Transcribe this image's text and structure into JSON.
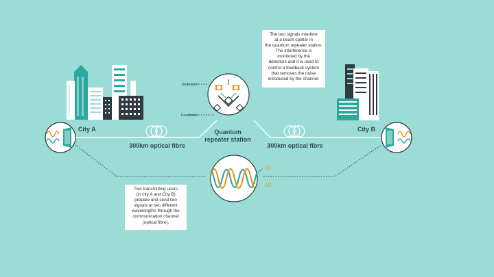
{
  "labels": {
    "city_a": "City A",
    "city_b": "City B",
    "fibre_left": "300km optical fibre",
    "fibre_right": "300km optical fibre",
    "station_line1": "Quantum",
    "station_line2": "repeater station",
    "detectors": "Detectors",
    "feedback": "Feedback",
    "lambda1": "λ1",
    "lambda2": "λ2"
  },
  "notes": {
    "top": [
      "The two signals interfere",
      "at a beam splitter in",
      "the quantum repeater station.",
      "The interference is",
      "monitored by the",
      "detectors and it is used to",
      "control a feedback system",
      "that removes the noise",
      "introduced by the channel."
    ],
    "bottom": [
      "Two transmitting users",
      "(in city A and City B)",
      "prepare and send two",
      "signals at two different",
      "wavelengths through the",
      "communication channel",
      "(optical fibre)."
    ]
  },
  "colors": {
    "background": "#9bdcd6",
    "teal": "#2ea89e",
    "orange": "#e8941f",
    "dark": "#2f3b40",
    "white": "#ffffff"
  }
}
